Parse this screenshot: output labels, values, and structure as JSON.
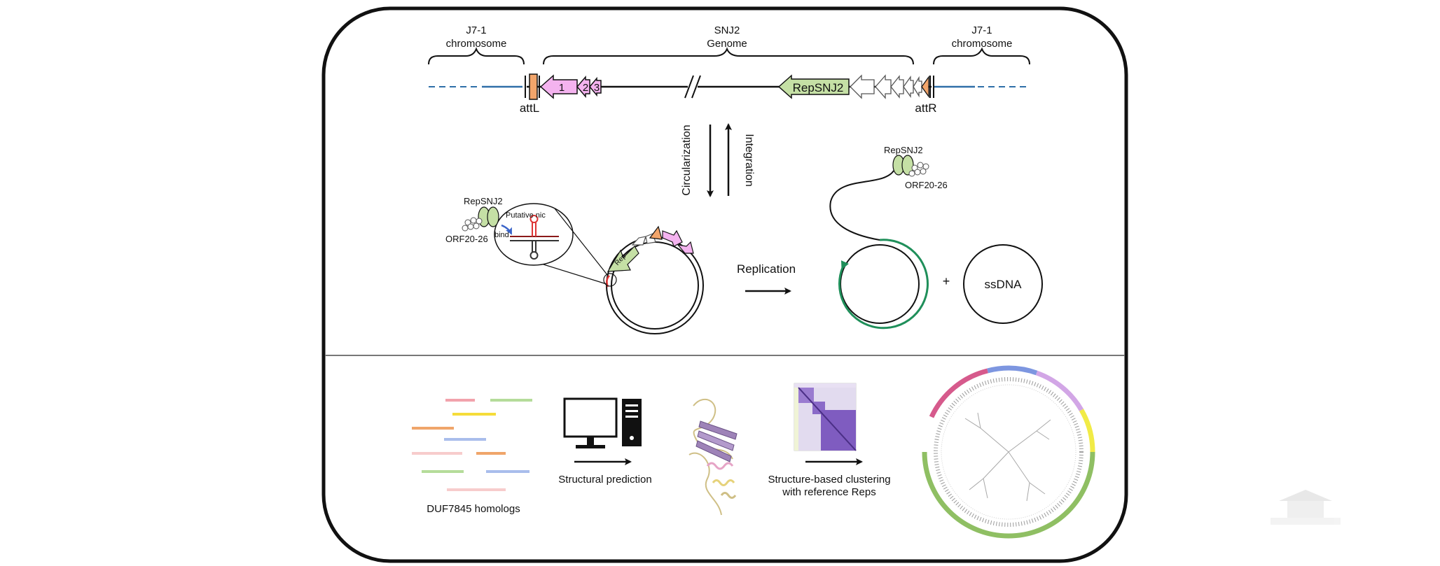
{
  "top_panel": {
    "left_host": {
      "line1": "J7-1",
      "line2": "chromosome"
    },
    "right_host": {
      "line1": "J7-1",
      "line2": "chromosome"
    },
    "genome": {
      "line1": "SNJ2",
      "line2": "Genome"
    },
    "attL": "attL",
    "attR": "attR",
    "gene_1": "1",
    "gene_2": "2",
    "gene_3": "3",
    "rep_gene": "RepSNJ2",
    "circularization": "Circularization",
    "integration": "Integration"
  },
  "left_circle": {
    "rep_protein": "RepSNJ2",
    "orf": "ORF20-26",
    "putative_nic": "Putative nic",
    "bind": "bind",
    "rep_short": "Rep"
  },
  "middle": {
    "replication": "Replication"
  },
  "right_circle": {
    "rep_protein": "RepSNJ2",
    "orf": "ORF20-26",
    "plus": "+",
    "ssdna": "ssDNA"
  },
  "bottom_panel": {
    "homologs": "DUF7845 homologs",
    "structural_prediction": "Structural prediction",
    "clustering_line1": "Structure-based clustering",
    "clustering_line2": "with reference Reps"
  },
  "colors": {
    "frame": "#111111",
    "host_line": "#2f6fa8",
    "att_orange": "#f2a56b",
    "orf_pink": "#f4b3ef",
    "rep_green": "#c5e0a5",
    "replication_green": "#1f8f5a",
    "heatmap_purple": "#7f5cc0",
    "tree_green": "#8fbf63",
    "tree_yellow": "#f1eb46",
    "tree_lilac": "#d2a6e6",
    "tree_blue": "#7d96e0",
    "tree_pink": "#d65a8c"
  }
}
